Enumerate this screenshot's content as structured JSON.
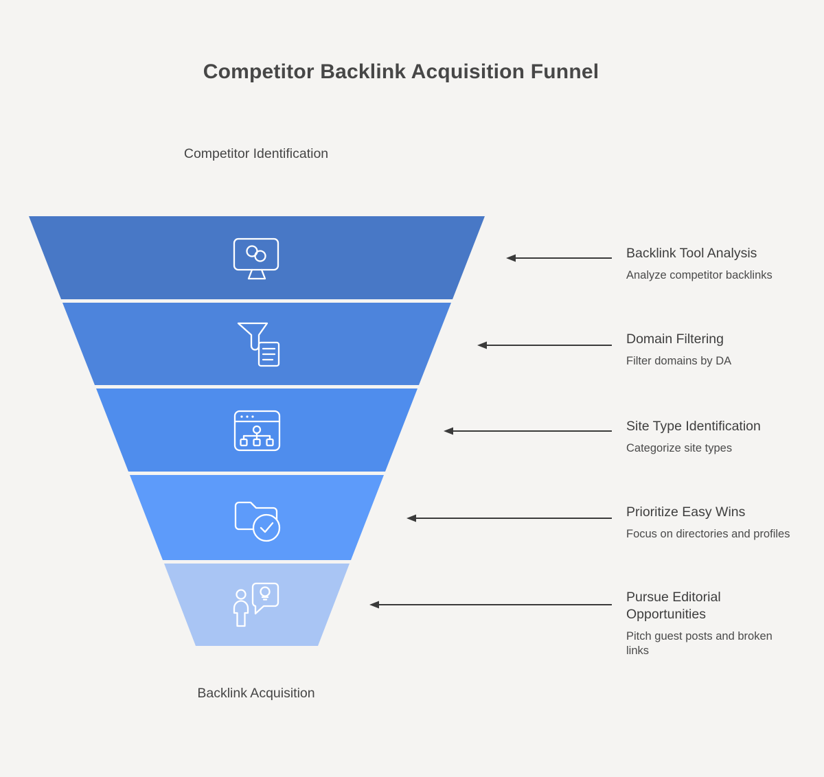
{
  "title": "Competitor Backlink Acquisition Funnel",
  "funnel": {
    "top_label": "Competitor Identification",
    "bottom_label": "Backlink Acquisition",
    "stages": [
      {
        "name": "Backlink Tool Analysis",
        "description": "Analyze competitor backlinks",
        "color": "#4878c6",
        "icon": "monitor-link-icon"
      },
      {
        "name": "Domain Filtering",
        "description": "Filter domains by DA",
        "color": "#4d84dc",
        "icon": "funnel-document-icon"
      },
      {
        "name": "Site Type Identification",
        "description": "Categorize site types",
        "color": "#4f8ded",
        "icon": "browser-sitemap-icon"
      },
      {
        "name": "Prioritize Easy Wins",
        "description": "Focus on directories and profiles",
        "color": "#5d9bfa",
        "icon": "folder-check-icon"
      },
      {
        "name": "Pursue Editorial Opportunities",
        "description": "Pitch guest posts and broken links",
        "color": "#a9c5f4",
        "icon": "person-idea-bubble-icon"
      }
    ]
  },
  "colors": {
    "background": "#f5f4f2",
    "arrow": "#3a3a3a",
    "title_text": "#474747",
    "funnel_label": "#454545",
    "label_title": "#3e3e3e",
    "label_subtitle": "#4a4a4a",
    "icon_stroke": "#ffffff"
  }
}
